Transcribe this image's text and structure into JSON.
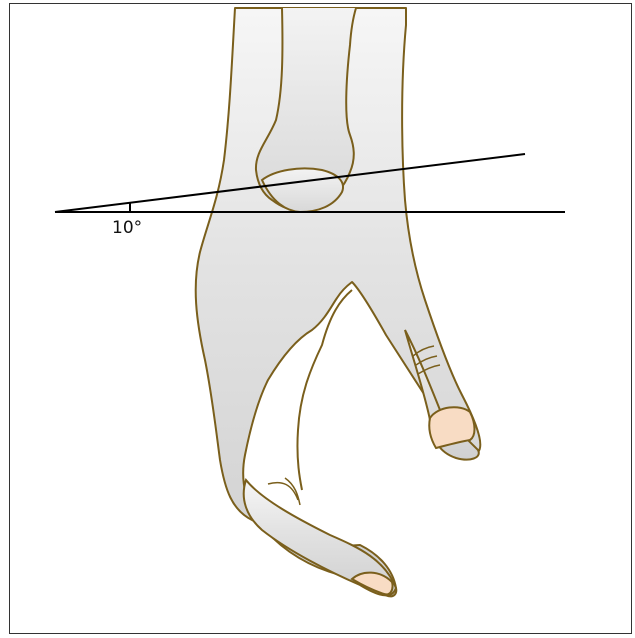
{
  "figure": {
    "angle_label": "10°",
    "angle_value_deg": 10,
    "colors": {
      "frame": "#333333",
      "outline": "#7a5f1c",
      "skin_light": "#f4f4f4",
      "skin_dark": "#cfcfcf",
      "nail": "#f8dcc4",
      "line": "#000000"
    },
    "parts": [
      "foot-outline",
      "first-metatarsal",
      "medial-sesamoid",
      "great-toe",
      "second-toe",
      "toenail-great",
      "toenail-second",
      "reference-axis",
      "angle-line"
    ]
  }
}
